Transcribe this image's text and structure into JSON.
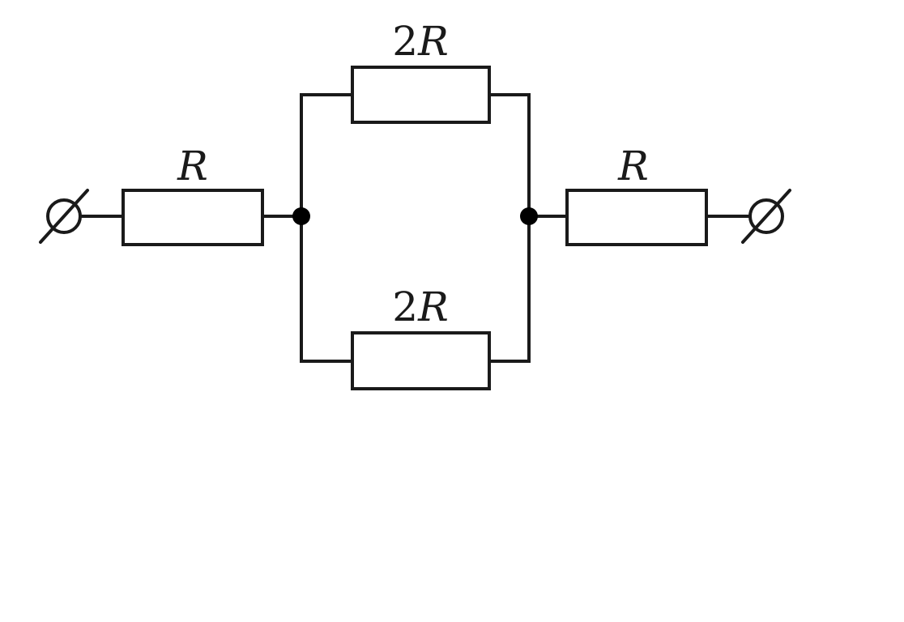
{
  "circuit": {
    "resistors": {
      "left": {
        "num": "",
        "sym": "R"
      },
      "top": {
        "num": "2",
        "sym": "R"
      },
      "bottom": {
        "num": "2",
        "sym": "R"
      },
      "right": {
        "num": "",
        "sym": "R"
      }
    },
    "colors": {
      "line": "#1a1a1a",
      "node": "#000000",
      "background": "#ffffff"
    }
  }
}
